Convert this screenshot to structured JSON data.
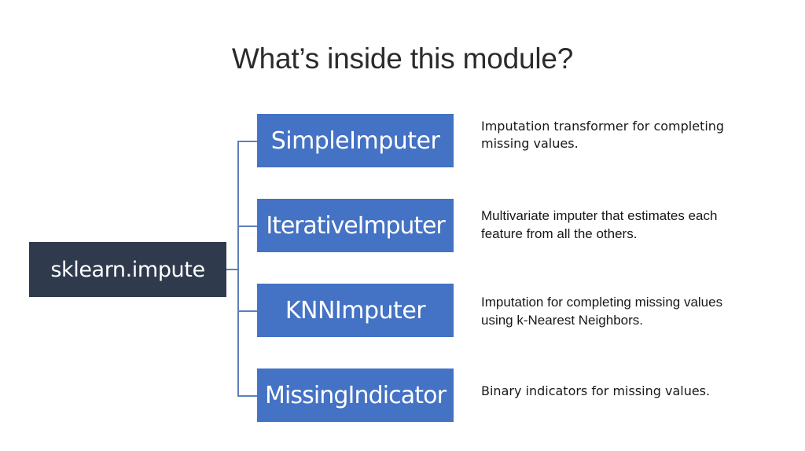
{
  "slide": {
    "title": "What’s inside this module?",
    "background_color": "#ffffff",
    "root_node": {
      "label": "sklearn.impute",
      "fill_color": "#2f3b4d",
      "text_color": "#ffffff"
    },
    "connector": {
      "color": "#5d7fb9"
    },
    "items": [
      {
        "label": "SimpleImputer",
        "fill_color": "#4472c4",
        "text_color": "#ffffff",
        "description": "Imputation transformer for completing missing values."
      },
      {
        "label": "IterativeImputer",
        "fill_color": "#4472c4",
        "text_color": "#ffffff",
        "description": "Multivariate imputer that estimates each feature from all the others."
      },
      {
        "label": "KNNImputer",
        "fill_color": "#4472c4",
        "text_color": "#ffffff",
        "description": "Imputation for completing missing values using k-Nearest Neighbors."
      },
      {
        "label": "MissingIndicator",
        "fill_color": "#4472c4",
        "text_color": "#ffffff",
        "description": "Binary indicators for missing values."
      }
    ]
  }
}
